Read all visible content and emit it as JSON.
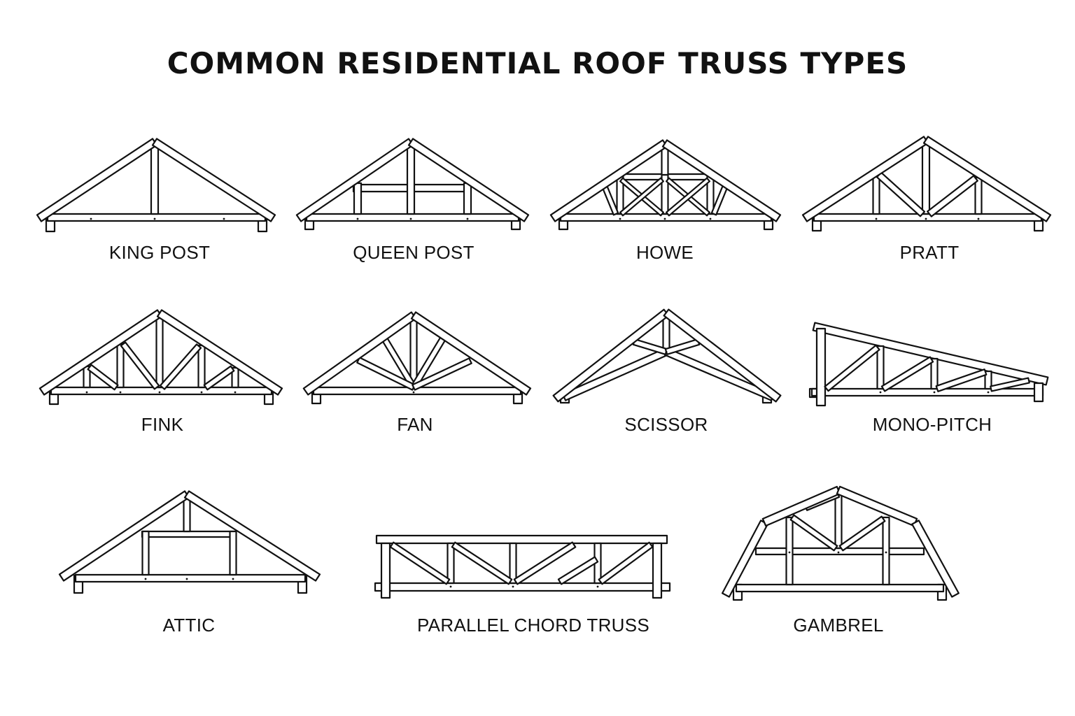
{
  "title": "COMMON RESIDENTIAL ROOF TRUSS TYPES",
  "trusses": [
    {
      "id": "king-post",
      "label": "KING POST"
    },
    {
      "id": "queen-post",
      "label": "QUEEN POST"
    },
    {
      "id": "howe",
      "label": "HOWE"
    },
    {
      "id": "pratt",
      "label": "PRATT"
    },
    {
      "id": "fink",
      "label": "FINK"
    },
    {
      "id": "fan",
      "label": "FAN"
    },
    {
      "id": "scissor",
      "label": "SCISSOR"
    },
    {
      "id": "mono-pitch",
      "label": "MONO-PITCH"
    },
    {
      "id": "attic",
      "label": "ATTIC"
    },
    {
      "id": "parallel-chord",
      "label": "PARALLEL CHORD TRUSS"
    },
    {
      "id": "gambrel",
      "label": "GAMBREL"
    }
  ],
  "colors": {
    "line": "#111111",
    "background": "#ffffff"
  }
}
